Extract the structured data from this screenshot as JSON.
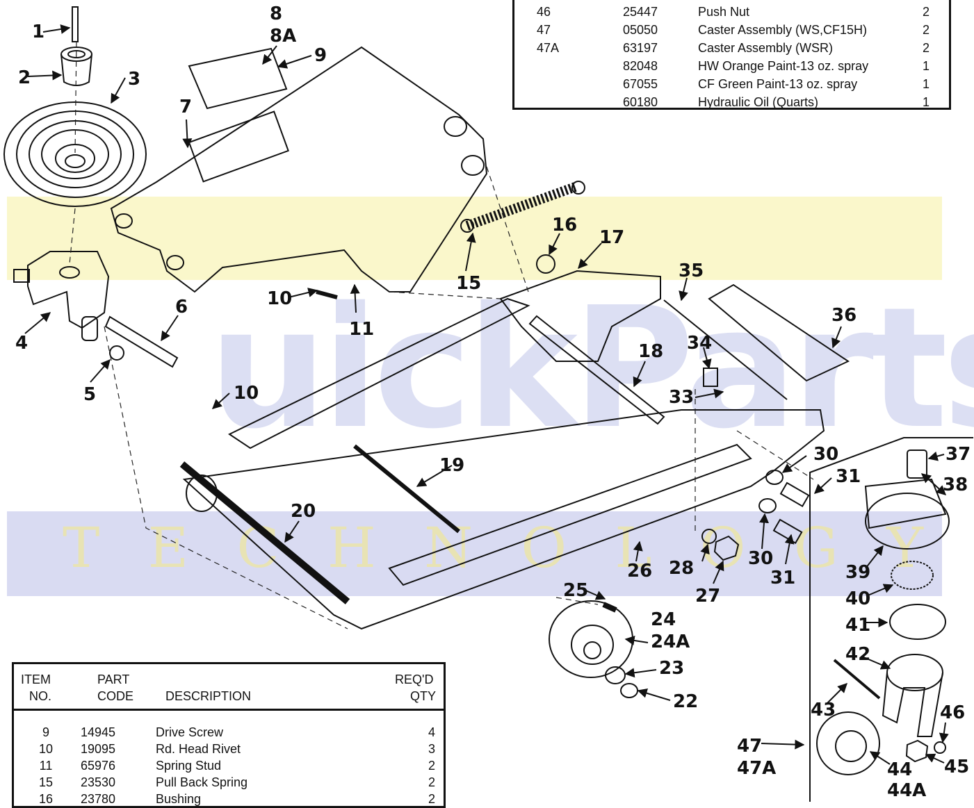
{
  "callouts": {
    "c1": "1",
    "c2": "2",
    "c3": "3",
    "c4": "4",
    "c5": "5",
    "c6": "6",
    "c7": "7",
    "c8": "8",
    "c8a": "8A",
    "c9": "9",
    "c10a": "10",
    "c10b": "10",
    "c11": "11",
    "c15": "15",
    "c16": "16",
    "c17": "17",
    "c18": "18",
    "c19": "19",
    "c20": "20",
    "c22": "22",
    "c23": "23",
    "c24": "24",
    "c24a": "24A",
    "c25": "25",
    "c26": "26",
    "c27": "27",
    "c28": "28",
    "c30a": "30",
    "c30b": "30",
    "c31a": "31",
    "c31b": "31",
    "c33": "33",
    "c34": "34",
    "c35": "35",
    "c36": "36",
    "c37": "37",
    "c38": "38",
    "c39": "39",
    "c40": "40",
    "c41": "41",
    "c42": "42",
    "c43": "43",
    "c44": "44",
    "c44a": "44A",
    "c45": "45",
    "c46": "46",
    "c47": "47",
    "c47a": "47A"
  },
  "watermark": {
    "brand": "uickParts",
    "letters": [
      "T",
      "E",
      "C",
      "H",
      "N",
      "O",
      "L",
      "O",
      "G",
      "Y"
    ]
  },
  "top_table": {
    "rows": [
      {
        "item": "46",
        "code": "25447",
        "desc": "Push Nut",
        "qty": "2"
      },
      {
        "item": "47",
        "code": "05050",
        "desc": "Caster Assembly (WS,CF15H)",
        "qty": "2"
      },
      {
        "item": "47A",
        "code": "63197",
        "desc": "Caster Assembly (WSR)",
        "qty": "2"
      },
      {
        "item": "",
        "code": "82048",
        "desc": "HW Orange Paint-13 oz. spray",
        "qty": "1"
      },
      {
        "item": "",
        "code": "67055",
        "desc": "CF Green Paint-13 oz. spray",
        "qty": "1"
      },
      {
        "item": "",
        "code": "60180",
        "desc": "Hydraulic Oil (Quarts)",
        "qty": "1"
      }
    ]
  },
  "bottom_table": {
    "header": {
      "item_l1": "ITEM",
      "item_l2": "NO.",
      "code_l1": "PART",
      "code_l2": "CODE",
      "desc": "DESCRIPTION",
      "qty_l1": "REQ'D",
      "qty_l2": "QTY"
    },
    "rows": [
      {
        "item": "9",
        "code": "14945",
        "desc": "Drive Screw",
        "qty": "4"
      },
      {
        "item": "10",
        "code": "19095",
        "desc": "Rd. Head Rivet",
        "qty": "3"
      },
      {
        "item": "11",
        "code": "65976",
        "desc": "Spring Stud",
        "qty": "2"
      },
      {
        "item": "15",
        "code": "23530",
        "desc": "Pull Back Spring",
        "qty": "2"
      },
      {
        "item": "16",
        "code": "23780",
        "desc": "Bushing",
        "qty": "2"
      }
    ]
  }
}
